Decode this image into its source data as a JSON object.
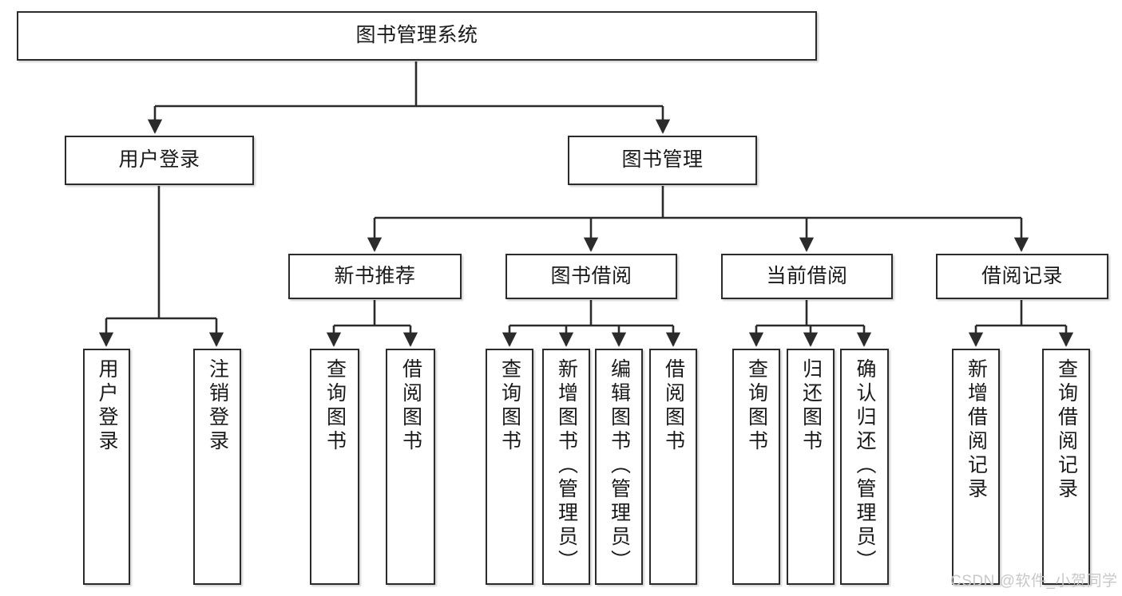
{
  "diagram": {
    "type": "tree-hierarchy-chart",
    "title": "图书管理系统",
    "style": {
      "box_stroke": "#2b2b2b",
      "box_fill": "#ffffff",
      "connector_stroke": "#2b2b2b",
      "text_color": "#1a1a1a",
      "watermark_color": "#c8c8c8",
      "background": "#ffffff"
    },
    "nodes": {
      "root": {
        "id": "root",
        "label": "图书管理系统",
        "level": 0,
        "orientation": "horizontal"
      },
      "user_login": {
        "id": "user_login",
        "label": "用户登录",
        "level": 1,
        "orientation": "horizontal"
      },
      "book_manage": {
        "id": "book_manage",
        "label": "图书管理",
        "level": 1,
        "orientation": "horizontal"
      },
      "new_book_rec": {
        "id": "new_book_rec",
        "label": "新书推荐",
        "level": 2,
        "orientation": "horizontal"
      },
      "book_borrow": {
        "id": "book_borrow",
        "label": "图书借阅",
        "level": 2,
        "orientation": "horizontal"
      },
      "current_borrow": {
        "id": "current_borrow",
        "label": "当前借阅",
        "level": 2,
        "orientation": "horizontal"
      },
      "borrow_record": {
        "id": "borrow_record",
        "label": "借阅记录",
        "level": 2,
        "orientation": "horizontal"
      },
      "leaf_user_login": {
        "id": "leaf_user_login",
        "label": "用户登录",
        "level": 2,
        "orientation": "vertical"
      },
      "leaf_logout": {
        "id": "leaf_logout",
        "label": "注销登录",
        "level": 2,
        "orientation": "vertical"
      },
      "leaf_query_book_1": {
        "id": "leaf_query_book_1",
        "label": "查询图书",
        "level": 3,
        "orientation": "vertical"
      },
      "leaf_borrow_book_1": {
        "id": "leaf_borrow_book_1",
        "label": "借阅图书",
        "level": 3,
        "orientation": "vertical"
      },
      "leaf_query_book_2": {
        "id": "leaf_query_book_2",
        "label": "查询图书",
        "level": 3,
        "orientation": "vertical"
      },
      "leaf_add_book_admin": {
        "id": "leaf_add_book_admin",
        "label": "新增图书（管理员）",
        "level": 3,
        "orientation": "vertical"
      },
      "leaf_edit_book_admin": {
        "id": "leaf_edit_book_admin",
        "label": "编辑图书（管理员）",
        "level": 3,
        "orientation": "vertical"
      },
      "leaf_borrow_book_2": {
        "id": "leaf_borrow_book_2",
        "label": "借阅图书",
        "level": 3,
        "orientation": "vertical"
      },
      "leaf_query_book_3": {
        "id": "leaf_query_book_3",
        "label": "查询图书",
        "level": 3,
        "orientation": "vertical"
      },
      "leaf_return_book": {
        "id": "leaf_return_book",
        "label": "归还图书",
        "level": 3,
        "orientation": "vertical"
      },
      "leaf_confirm_return_admin": {
        "id": "leaf_confirm_return_admin",
        "label": "确认归还（管理员）",
        "level": 3,
        "orientation": "vertical"
      },
      "leaf_add_borrow_record": {
        "id": "leaf_add_borrow_record",
        "label": "新增借阅记录",
        "level": 3,
        "orientation": "vertical"
      },
      "leaf_query_borrow_record": {
        "id": "leaf_query_borrow_record",
        "label": "查询借阅记录",
        "level": 3,
        "orientation": "vertical"
      }
    },
    "edges": [
      {
        "from": "root",
        "to": "user_login"
      },
      {
        "from": "root",
        "to": "book_manage"
      },
      {
        "from": "user_login",
        "to": "leaf_user_login"
      },
      {
        "from": "user_login",
        "to": "leaf_logout"
      },
      {
        "from": "book_manage",
        "to": "new_book_rec"
      },
      {
        "from": "book_manage",
        "to": "book_borrow"
      },
      {
        "from": "book_manage",
        "to": "current_borrow"
      },
      {
        "from": "book_manage",
        "to": "borrow_record"
      },
      {
        "from": "new_book_rec",
        "to": "leaf_query_book_1"
      },
      {
        "from": "new_book_rec",
        "to": "leaf_borrow_book_1"
      },
      {
        "from": "book_borrow",
        "to": "leaf_query_book_2"
      },
      {
        "from": "book_borrow",
        "to": "leaf_add_book_admin"
      },
      {
        "from": "book_borrow",
        "to": "leaf_edit_book_admin"
      },
      {
        "from": "book_borrow",
        "to": "leaf_borrow_book_2"
      },
      {
        "from": "current_borrow",
        "to": "leaf_query_book_3"
      },
      {
        "from": "current_borrow",
        "to": "leaf_return_book"
      },
      {
        "from": "current_borrow",
        "to": "leaf_confirm_return_admin"
      },
      {
        "from": "borrow_record",
        "to": "leaf_add_borrow_record"
      },
      {
        "from": "borrow_record",
        "to": "leaf_query_borrow_record"
      }
    ]
  },
  "watermark": {
    "text": "CSDN @软件_小贺同学"
  }
}
